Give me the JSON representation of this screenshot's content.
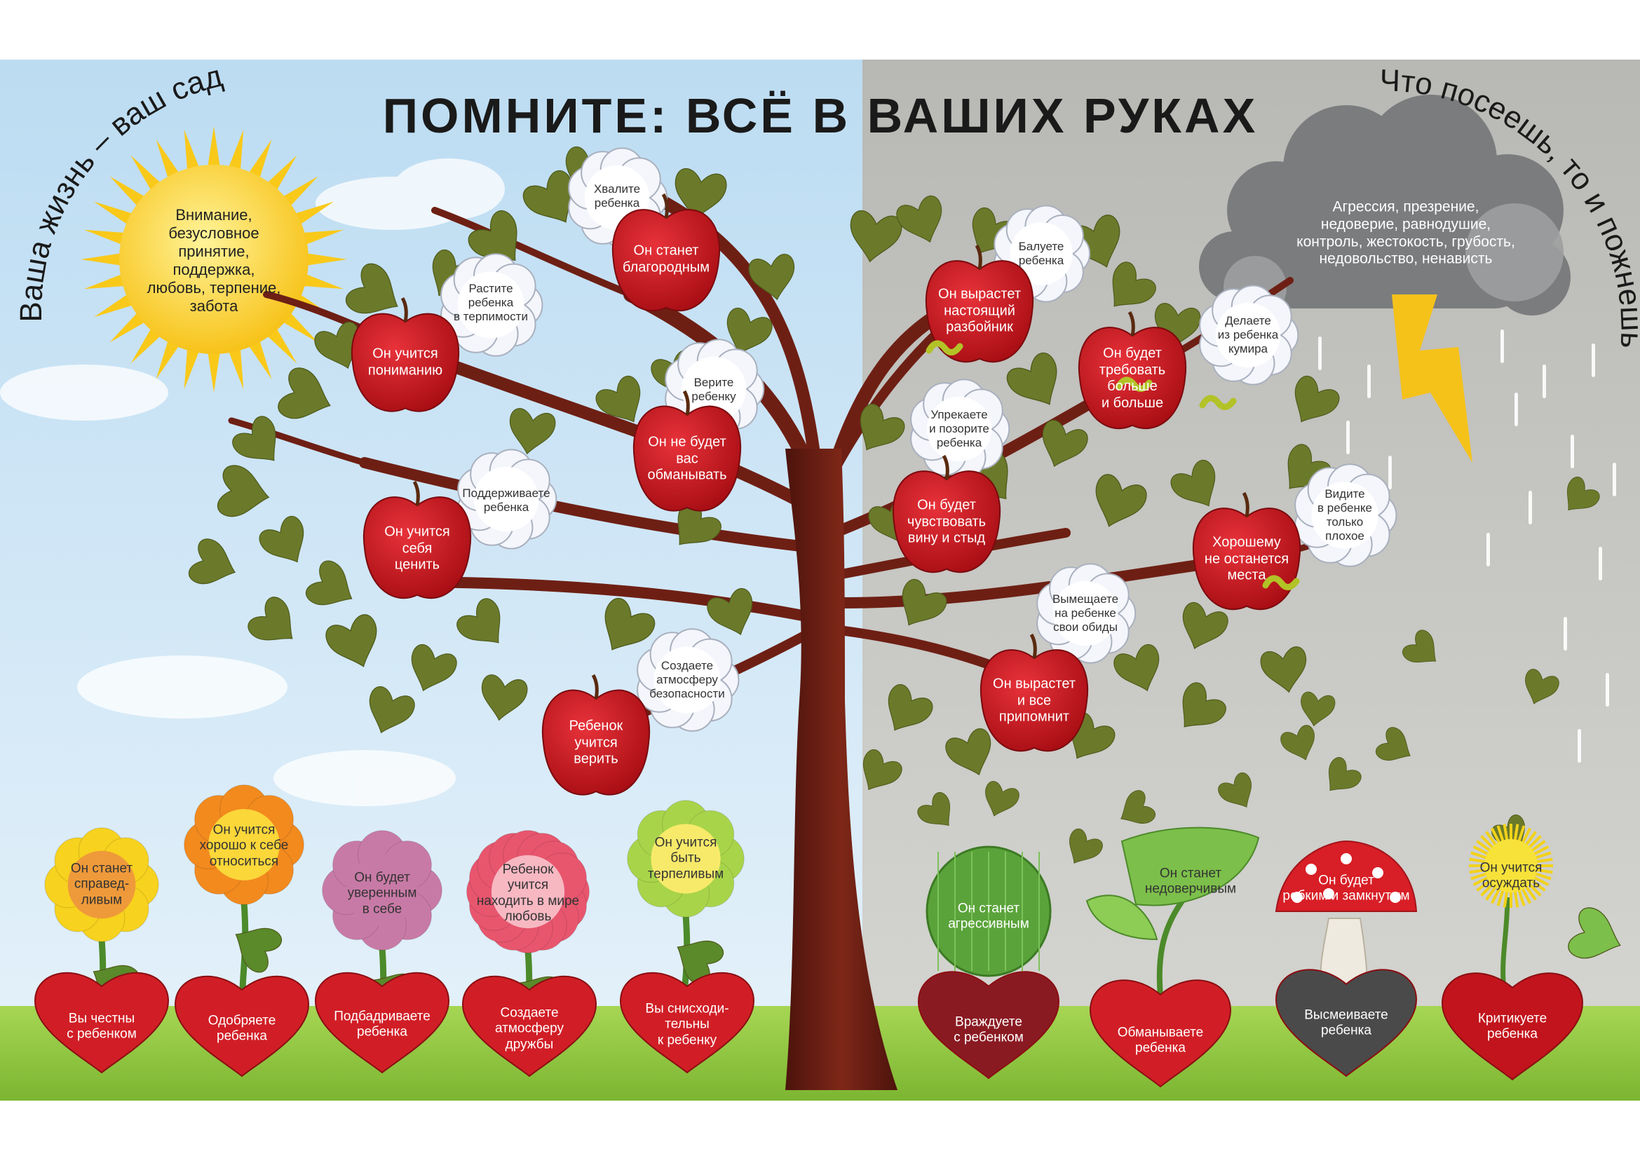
{
  "title": "ПОМНИТЕ: ВСЁ В ВАШИХ РУКАХ",
  "left_motto": "Ваша жизнь – ваш сад",
  "right_motto": "Что посеешь, то и пожнешь",
  "sun_text": "Внимание,\nбезусловное\nпринятие,\nподдержка,\nлюбовь, терпение,\nзабота",
  "cloud_text": "Агрессия, презрение,\nнедоверие, равнодушие,\nконтроль, жестокость, грубость,\nнедовольство, ненависть",
  "good_tree": [
    {
      "action": "Хвалите\nребенка",
      "result": "Он станет\nблагородным"
    },
    {
      "action": "Растите\nребенка\nв терпимости",
      "result": "Он учится\nпониманию"
    },
    {
      "action": "Верите\nребенку",
      "result": "Он не будет\nвас\nобманывать"
    },
    {
      "action": "Поддерживаете\nребенка",
      "result": "Он учится\nсебя\nценить"
    },
    {
      "action": "Создаете\nатмосферу\nбезопасности",
      "result": "Ребенок\nучится\nверить"
    }
  ],
  "bad_tree": [
    {
      "action": "Балуете\nребенка",
      "result": "Он вырастет\nнастоящий\nразбойник"
    },
    {
      "action": "Делаете\nиз ребенка\nкумира",
      "result": "Он будет\nтребовать\nбольше\nи больше"
    },
    {
      "action": "Упрекаете\nи позорите\nребенка",
      "result": "Он будет\nчувствовать\nвину и стыд"
    },
    {
      "action": "Видите\nв ребенке\nтолько\nплохое",
      "result": "Хорошему\nне останется\nместа"
    },
    {
      "action": "Вымещаете\nна ребенке\nсвои обиды",
      "result": "Он вырастет\nи все\nприпомнит"
    }
  ],
  "good_flowers": [
    {
      "bloom": "Он станет\nсправед-\nливым",
      "heart": "Вы честны\nс ребенком",
      "petal_color": "#f7d21e",
      "center_color": "#ef9a3a"
    },
    {
      "bloom": "Он учится\nхорошо к себе\nотноситься",
      "heart": "Одобряете\nребенка",
      "petal_color": "#f28a1e",
      "center_color": "#fbd73a"
    },
    {
      "bloom": "Он будет\nуверенным\nв себе",
      "heart": "Подбадриваете\nребенка",
      "petal_color": "#c87aa6",
      "center_color": "#c87aa6"
    },
    {
      "bloom": "Ребенок\nучится\nнаходить в мире\nлюбовь",
      "heart": "Создаете\nатмосферу\nдружбы",
      "petal_color": "#e8566e",
      "center_color": "#f7b8c2"
    },
    {
      "bloom": "Он учится\nбыть\nтерпеливым",
      "heart": "Вы снисходи-\nтельны\nк ребенку",
      "petal_color": "#a8d44a",
      "center_color": "#f7ea6a"
    }
  ],
  "bad_plants": [
    {
      "plant": "Он станет\nагрессивным",
      "heart": "Враждуете\nс ребенком",
      "kind": "cactus",
      "heart_color": "#8a1a22"
    },
    {
      "plant": "Он станет\nнедоверчивым",
      "heart": "Обманываете\nребенка",
      "kind": "leaf",
      "heart_color": "#d11e26"
    },
    {
      "plant": "Он будет\nробким и замкнутым",
      "heart": "Высмеиваете\nребенка",
      "kind": "mushroom",
      "heart_color": "#4a4a4a"
    },
    {
      "plant": "Он учится\nосуждать",
      "heart": "Критикуете\nребенка",
      "kind": "dandelion",
      "heart_color": "#c2141c"
    }
  ],
  "colors": {
    "sky_left": "#cfe6f5",
    "sky_right": "#c9c9c5",
    "trunk": "#6e1f14",
    "leaf": "#6b7a2a",
    "apple": "#c8131b",
    "grass": "#8cc43c",
    "sun": "#f9c91a",
    "cloud": "#7b7c7e",
    "lightning": "#f5c21a"
  },
  "icons": [
    "sun-icon",
    "storm-cloud-icon",
    "lightning-icon",
    "rain-icon",
    "worm-icon",
    "apple-icon",
    "flower-icon",
    "heart-icon"
  ]
}
